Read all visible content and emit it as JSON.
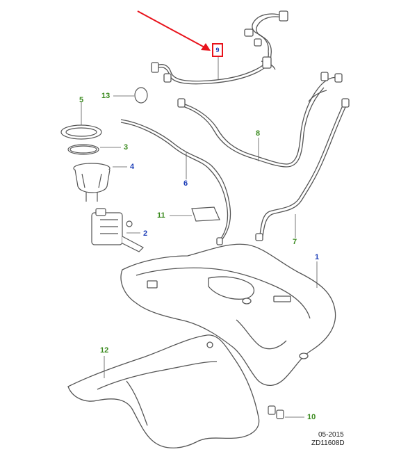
{
  "diagram": {
    "colors": {
      "line": "#555555",
      "green_label": "#3a8a1e",
      "blue_label": "#1e3fb8",
      "highlight": "#e8121b"
    },
    "highlight_badge": "9",
    "callouts": [
      {
        "id": "1",
        "text": "1",
        "color": "blue"
      },
      {
        "id": "2",
        "text": "2",
        "color": "blue"
      },
      {
        "id": "3",
        "text": "3",
        "color": "green"
      },
      {
        "id": "4",
        "text": "4",
        "color": "blue"
      },
      {
        "id": "5",
        "text": "5",
        "color": "green"
      },
      {
        "id": "6",
        "text": "6",
        "color": "blue"
      },
      {
        "id": "7",
        "text": "7",
        "color": "green"
      },
      {
        "id": "8",
        "text": "8",
        "color": "green"
      },
      {
        "id": "10",
        "text": "10",
        "color": "green"
      },
      {
        "id": "11",
        "text": "11",
        "color": "green"
      },
      {
        "id": "12",
        "text": "12",
        "color": "green"
      },
      {
        "id": "13",
        "text": "13",
        "color": "green"
      }
    ],
    "footer": {
      "date": "05-2015",
      "drawing_code": "ZD11608D"
    }
  }
}
